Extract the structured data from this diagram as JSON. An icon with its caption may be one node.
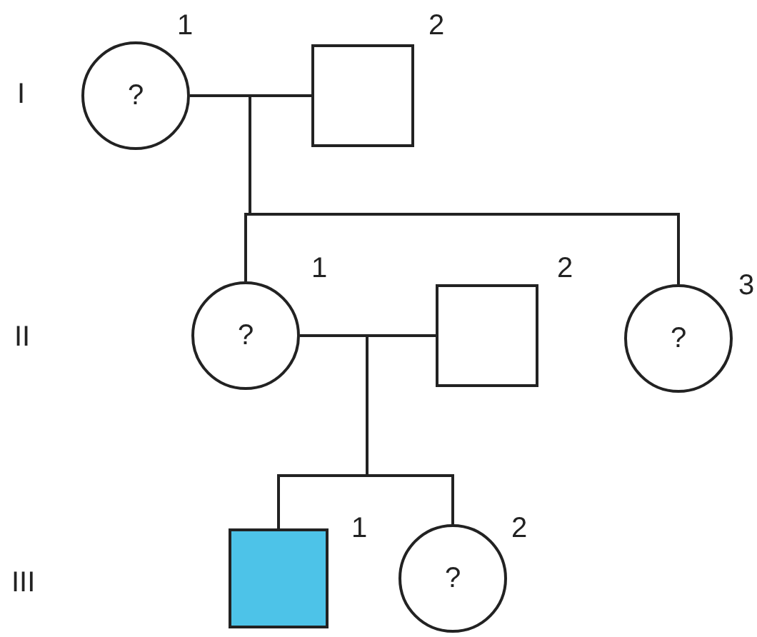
{
  "diagram": {
    "nodes": [
      {
        "text": [
          "?"
        ],
        "beside": [
          "1"
        ]
      },
      {
        "text": [],
        "shape": "box",
        "beside": [
          "2"
        ]
      },
      {
        "text": [
          "?"
        ],
        "beside": [
          "1"
        ]
      },
      {
        "text": [],
        "shape": "box",
        "beside": [
          "2"
        ]
      },
      {
        "text": [
          "?"
        ],
        "beside": [
          "3"
        ]
      },
      {
        "text": [],
        "shape": "box",
        "beside": [
          "1"
        ]
      },
      {
        "text": [
          "?"
        ],
        "beside": [
          "2"
        ]
      }
    ],
    "edges": [
      {
        "from": 0,
        "to": 1,
        "arrow": "none"
      },
      {
        "from": 0,
        "to": 2,
        "arrow": "none"
      },
      {
        "from": 1,
        "to": 2,
        "arrow": "none"
      },
      {
        "from": 0,
        "to": 4,
        "arrow": "none"
      },
      {
        "from": 1,
        "to": 4,
        "arrow": "none"
      },
      {
        "from": 2,
        "to": 3,
        "arrow": "none"
      },
      {
        "from": 2,
        "to": 5,
        "arrow": "none"
      },
      {
        "from": 3,
        "to": 5,
        "arrow": "none"
      },
      {
        "from": 2,
        "to": 6,
        "arrow": "none"
      },
      {
        "from": 3,
        "to": 6,
        "arrow": "none"
      }
    ],
    "labels": [
      "I",
      "II",
      "III"
    ]
  }
}
